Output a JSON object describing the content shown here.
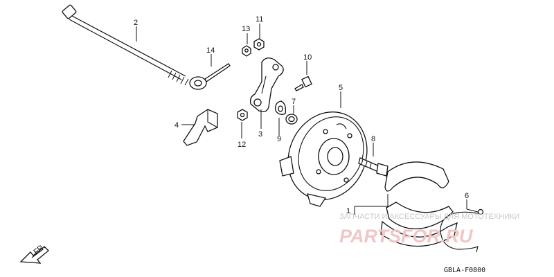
{
  "diagram": {
    "callouts": [
      {
        "id": "c1",
        "label": "1"
      },
      {
        "id": "c2",
        "label": "2"
      },
      {
        "id": "c3",
        "label": "3"
      },
      {
        "id": "c4",
        "label": "4"
      },
      {
        "id": "c5",
        "label": "5"
      },
      {
        "id": "c6",
        "label": "6"
      },
      {
        "id": "c7",
        "label": "7"
      },
      {
        "id": "c8",
        "label": "8"
      },
      {
        "id": "c9",
        "label": "9"
      },
      {
        "id": "c10",
        "label": "10"
      },
      {
        "id": "c11",
        "label": "11"
      },
      {
        "id": "c12",
        "label": "12"
      },
      {
        "id": "c13",
        "label": "13"
      },
      {
        "id": "c14",
        "label": "14"
      }
    ],
    "direction_label": "FR.",
    "figure_code": "GBLA-F0800"
  },
  "watermark": {
    "line1": "ЗАПЧАСТИ И АКСЕССУАРЫ ДЛЯ МОТОТЕХНИКИ",
    "line2": "PARTSFOR.RU"
  },
  "colors": {
    "line": "#111111",
    "watermark_text": "#c9c9c9",
    "watermark_logo": "#f2c6c6"
  }
}
